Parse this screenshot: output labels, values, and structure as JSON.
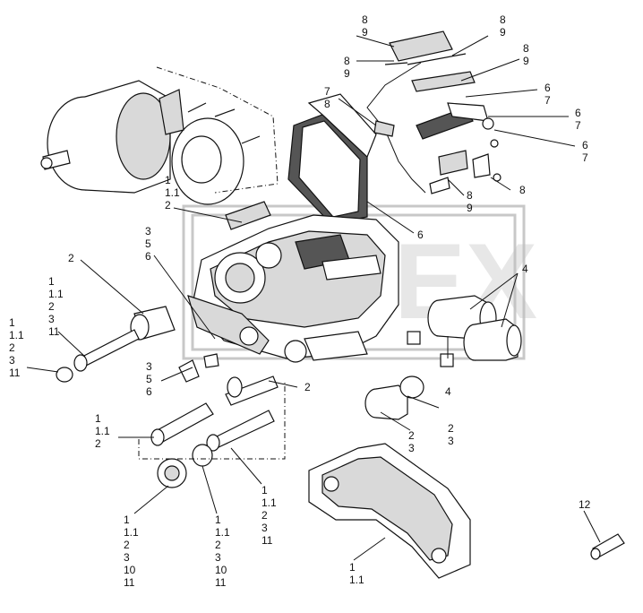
{
  "watermark_text": "OREX",
  "callouts": [
    {
      "id": "c1",
      "lines": [
        "8",
        "9"
      ]
    },
    {
      "id": "c2",
      "lines": [
        "8",
        "9"
      ]
    },
    {
      "id": "c3",
      "lines": [
        "8",
        "9"
      ]
    },
    {
      "id": "c4",
      "lines": [
        "8",
        "9"
      ]
    },
    {
      "id": "c5",
      "lines": [
        "6",
        "7"
      ]
    },
    {
      "id": "c6",
      "lines": [
        "6",
        "7"
      ]
    },
    {
      "id": "c7",
      "lines": [
        "6",
        "7"
      ]
    },
    {
      "id": "c8",
      "lines": [
        "7",
        "8"
      ]
    },
    {
      "id": "c9",
      "lines": [
        "8"
      ]
    },
    {
      "id": "c10",
      "lines": [
        "8",
        "9"
      ]
    },
    {
      "id": "c11",
      "lines": [
        "1",
        "1.1",
        "2"
      ]
    },
    {
      "id": "c12",
      "lines": [
        "6"
      ]
    },
    {
      "id": "c13",
      "lines": [
        "3",
        "5",
        "6"
      ]
    },
    {
      "id": "c14",
      "lines": [
        "2"
      ]
    },
    {
      "id": "c15",
      "lines": [
        "1",
        "1.1",
        "2",
        "3",
        "11"
      ]
    },
    {
      "id": "c16",
      "lines": [
        "1",
        "1.1",
        "2",
        "3",
        "11"
      ]
    },
    {
      "id": "c17",
      "lines": [
        "4"
      ]
    },
    {
      "id": "c18",
      "lines": [
        "4"
      ]
    },
    {
      "id": "c19",
      "lines": [
        "3",
        "5",
        "6"
      ]
    },
    {
      "id": "c20",
      "lines": [
        "2"
      ]
    },
    {
      "id": "c21",
      "lines": [
        "2",
        "3"
      ]
    },
    {
      "id": "c22",
      "lines": [
        "2",
        "3"
      ]
    },
    {
      "id": "c23",
      "lines": [
        "1",
        "1.1",
        "2"
      ]
    },
    {
      "id": "c24",
      "lines": [
        "1",
        "1.1",
        "2",
        "3",
        "11"
      ]
    },
    {
      "id": "c25",
      "lines": [
        "1",
        "1.1",
        "2",
        "3",
        "10",
        "11"
      ]
    },
    {
      "id": "c26",
      "lines": [
        "1",
        "1.1",
        "2",
        "3",
        "10",
        "11"
      ]
    },
    {
      "id": "c27",
      "lines": [
        "1",
        "1.1"
      ]
    },
    {
      "id": "c28",
      "lines": [
        "12"
      ]
    }
  ]
}
